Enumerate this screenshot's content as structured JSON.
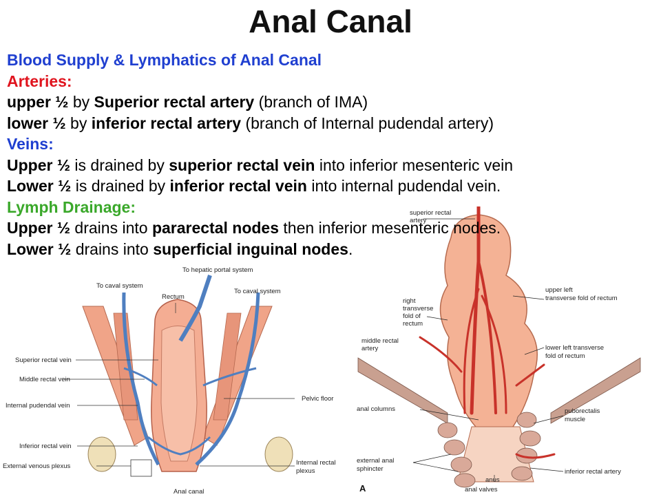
{
  "title": "Anal Canal",
  "lines": {
    "subtitle": "Blood Supply & Lymphatics of Anal Canal",
    "arteries_heading": "Arteries:",
    "artery_upper": {
      "a": "upper ½",
      "b": " by ",
      "c": "Superior rectal artery",
      "d": " (branch of IMA)"
    },
    "artery_lower": {
      "a": "lower ½",
      "b": " by ",
      "c": "inferior rectal artery",
      "d": " (branch of Internal pudendal artery)"
    },
    "veins_heading": "Veins:",
    "vein_upper": {
      "a": "Upper ½",
      "b": " is drained by ",
      "c": "superior rectal vein",
      "d": " into inferior mesenteric vein"
    },
    "vein_lower": {
      "a": "Lower ½",
      "b": " is drained by ",
      "c": "inferior rectal vein",
      "d": " into internal pudendal vein."
    },
    "lymph_heading": "Lymph Drainage:",
    "lymph_upper": {
      "a": "Upper ½",
      "b": " drains into ",
      "c": "pararectal nodes",
      "d": " then inferior mesenteric nodes."
    },
    "lymph_lower": {
      "a": "Lower ½",
      "b": " drains into ",
      "c": "superficial inguinal nodes",
      "d": "."
    }
  },
  "left_figure": {
    "labels": {
      "hepatic": "To hepatic portal system",
      "caval_left": "To caval system",
      "caval_right": "To caval system",
      "rectum": "Rectum",
      "superior_vein": "Superior rectal vein",
      "middle_vein": "Middle rectal vein",
      "pudendal_vein": "Internal pudendal vein",
      "pelvic_floor": "Pelvic floor",
      "inferior_vein": "Inferior rectal vein",
      "external_plexus": "External venous plexus",
      "internal_plexus_1": "Internal rectal",
      "internal_plexus_2": "plexus",
      "anal_canal": "Anal canal"
    }
  },
  "right_figure": {
    "labels": {
      "sup_artery_1": "superior rectal",
      "sup_artery_2": "artery",
      "upper_left_1": "upper left",
      "upper_left_2": "transverse fold of rectum",
      "right_fold_1": "right",
      "right_fold_2": "transverse",
      "right_fold_3": "fold of",
      "right_fold_4": "rectum",
      "middle_artery_1": "middle rectal",
      "middle_artery_2": "artery",
      "lower_left_1": "lower left transverse",
      "lower_left_2": "fold of rectum",
      "anal_columns": "anal columns",
      "puborectalis_1": "puborectalis",
      "puborectalis_2": "muscle",
      "ext_sphincter_1": "external anal",
      "ext_sphincter_2": "sphincter",
      "inferior_artery": "inferior rectal artery",
      "anus": "anus",
      "anal_valves": "anal valves",
      "panel": "A"
    }
  },
  "colors": {
    "title": "#111111",
    "blue_heading": "#1f3fd0",
    "red_heading": "#e0141e",
    "green_heading": "#3aa82a",
    "rectum_fill": "#f2a98e",
    "vein_blue": "#4f7fc0",
    "artery_red": "#c8322a"
  }
}
